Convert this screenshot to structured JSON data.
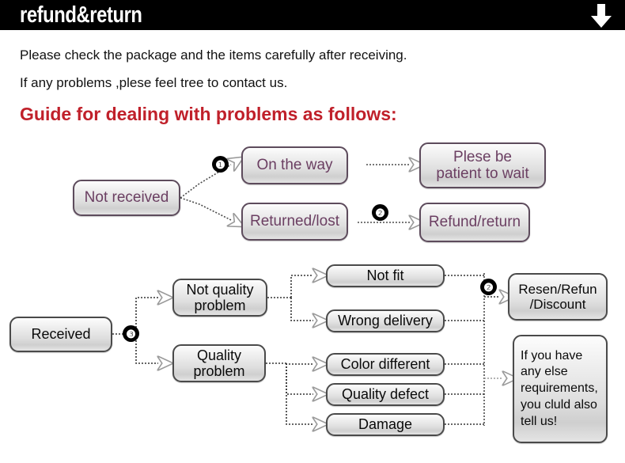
{
  "header": {
    "title": "refund&return",
    "arrow_icon": "arrow-down-icon"
  },
  "intro": {
    "line1": "Please check the package and the items carefully after receiving.",
    "line2": "If any problems ,plese feel tree to contact us.",
    "guide_heading": "Guide for dealing with problems as follows:"
  },
  "colors": {
    "header_bg": "#000000",
    "heading_red": "#c0202a",
    "purple_text": "#6b3f62",
    "purple_border": "#5d4b5c",
    "dark_text": "#0a0a0a",
    "dark_border": "#4a4a4a"
  },
  "flow_not_received": {
    "start": "Not received",
    "branch_top": "On the way",
    "branch_bottom": "Returned/lost",
    "result_top": "Plese be\npatient to wait",
    "result_top_line1": "Plese be",
    "result_top_line2": "patient to wait",
    "result_bottom": "Refund/return",
    "marker_1": "❶",
    "marker_2": "❷"
  },
  "flow_received": {
    "start": "Received",
    "branch_top_line1": "Not quality",
    "branch_top_line2": "problem",
    "branch_bottom_line1": "Quality",
    "branch_bottom_line2": "problem",
    "reasons": [
      "Not fit",
      "Wrong delivery",
      "Color different",
      "Quality defect",
      "Damage"
    ],
    "result_line1": "Resen/Refun",
    "result_line2": "/Discount",
    "note_line1": "If you have",
    "note_line2": "any else",
    "note_line3": "requirements,",
    "note_line4": "you cluld also",
    "note_line5": "tell us!",
    "marker_2": "❷",
    "marker_3": "❸"
  }
}
